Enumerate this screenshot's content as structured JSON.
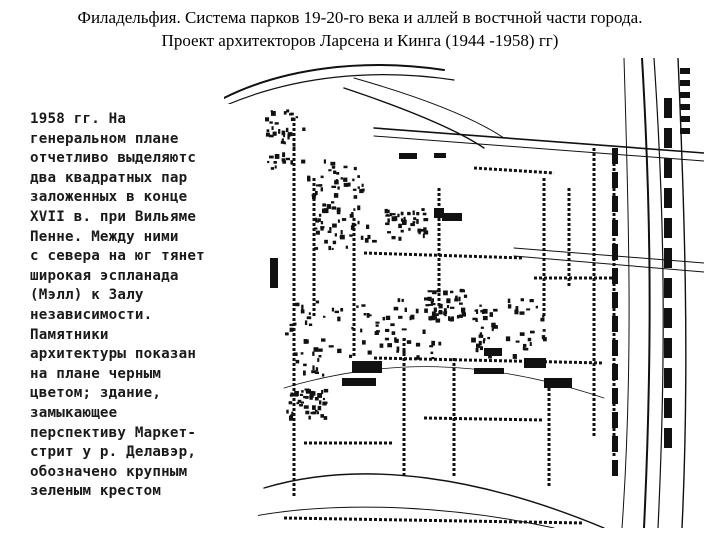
{
  "slide": {
    "title_line1": "Филадельфия. Система парков 19-20-го века и аллей в востчной части города.",
    "title_line2": "Проект архитекторов Ларсена и Кинга (1944 -1958) гг)"
  },
  "caption": {
    "text": "1958 гг. На\nгенеральном плане\nотчетливо выделяютс\nдва квадратных пар\nзаложенных в конце\nXVII в. при Вильяме\nПенне. Между ними\nс севера на юг тянет\nширокая эспланада\n(Мэлл) к Залу\nнезависимости.\nПамятники\nархитектуры показан\nна плане черным\nцветом; здание,\nзамыкающее\nперспективу Маркет-\nстрит у р. Делавэр,\nобозначено крупным\nзеленым крестом"
  },
  "map": {
    "ink_color": "#111111",
    "paper_color": "#ffffff"
  }
}
